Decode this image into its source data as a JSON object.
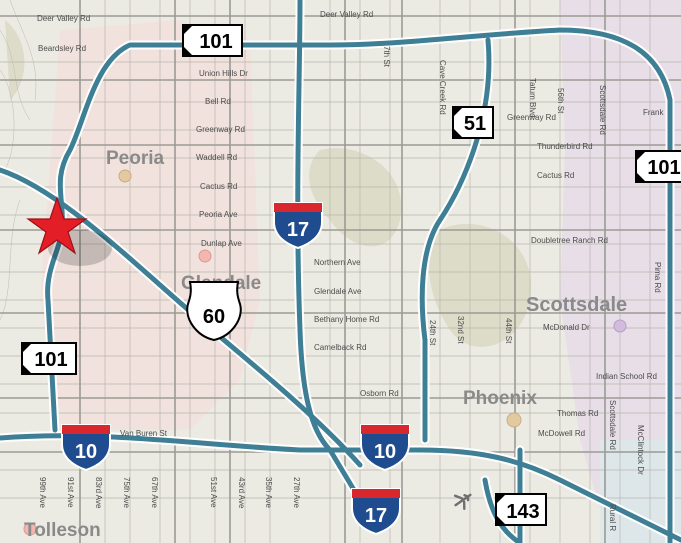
{
  "cities": {
    "peoria": "Peoria",
    "glendale": "Glendale",
    "scottsdale": "Scottsdale",
    "phoenix": "Phoenix",
    "tolleson": "Tolleson"
  },
  "streets": {
    "deer_valley_left": "Deer Valley Rd",
    "deer_valley_right": "Deer Valley Rd",
    "beardsley": "Beardsley Rd",
    "union_hills": "Union Hills Dr",
    "bell": "Bell Rd",
    "greenway_west": "Greenway Rd",
    "waddell": "Waddell Rd",
    "cactus_west": "Cactus Rd",
    "peoria_ave": "Peoria Ave",
    "dunlap": "Dunlap Ave",
    "northern": "Northern Ave",
    "glendale_ave": "Glendale Ave",
    "bethany_home": "Bethany Home Rd",
    "camelback": "Camelback Rd",
    "osborn": "Osborn Rd",
    "van_buren": "Van Buren St",
    "seventh_st": "7th St",
    "cave_creek": "Cave Creek Rd",
    "tatum": "Tatum Blvd",
    "fifty_sixth": "56th St",
    "scottsdale_rd_north": "Scottsdale Rd",
    "greenway_east": "Greenway Rd",
    "frank": "Frank",
    "thunderbird": "Thunderbird Rd",
    "cactus_east": "Cactus Rd",
    "doubletree": "Doubletree Ranch Rd",
    "pima": "Pima Rd",
    "mcdonald": "McDonald Dr",
    "indian_school": "Indian School Rd",
    "thomas": "Thomas Rd",
    "mcdowell": "McDowell Rd",
    "scottsdale_rd_south": "Scottsdale Rd",
    "mcclintock": "McClintock Dr",
    "rural": "Rural R",
    "twenty_fourth": "24th St",
    "thirty_second": "32nd St",
    "forty_fourth": "44th St",
    "ninety_ninth": "99th Ave",
    "ninety_first": "91st Ave",
    "eighty_third": "83rd Ave",
    "seventy_fifth": "75th Ave",
    "sixty_seventh": "67th Ave",
    "fifty_first": "51st Ave",
    "forty_third": "43rd Ave",
    "thirty_fifth": "35th Ave",
    "twenty_seventh": "27th Ave"
  },
  "shields": {
    "loop101_north": "101",
    "loop101_east": "101",
    "loop101_west": "101",
    "sr51": "51",
    "i17_north": "17",
    "i17_south": "17",
    "us60": "60",
    "i10_west": "10",
    "i10_east": "10",
    "sr143": "143"
  },
  "colors": {
    "freeway": "#3f7f95",
    "freeway_casing": "#ffffff",
    "interstate_blue": "#1f4b8f",
    "interstate_red": "#d8272d",
    "marker_star": "#e41e26",
    "peoria_tint": "#f3dedb",
    "scottsdale_tint": "#e5d9ea",
    "mountain_tint": "#dcdcc9",
    "city_dot": "#e3c9a0"
  },
  "icons": {
    "location_marker": "star-marker-icon",
    "airport": "airplane-icon"
  }
}
